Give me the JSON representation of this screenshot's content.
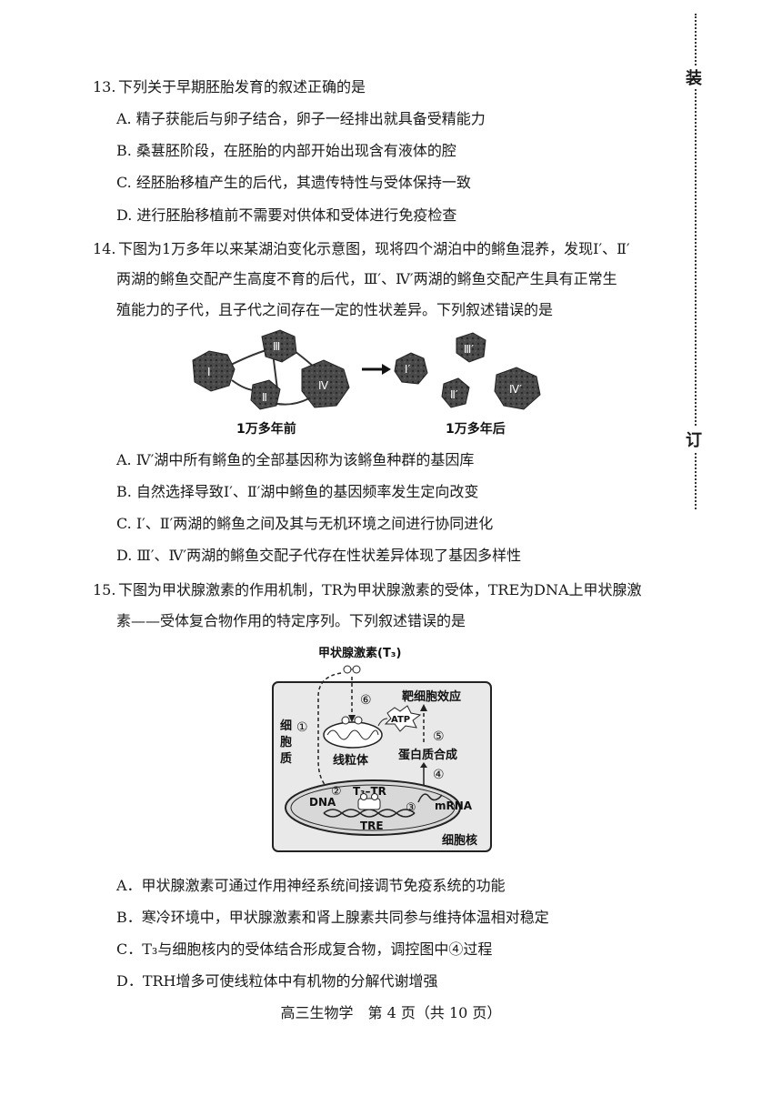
{
  "margin": {
    "top_char": "装",
    "mid_char": "订"
  },
  "q13": {
    "number": "13.",
    "stem": "下列关于早期胚胎发育的叙述正确的是",
    "options": [
      "A. 精子获能后与卵子结合，卵子一经排出就具备受精能力",
      "B. 桑葚胚阶段，在胚胎的内部开始出现含有液体的腔",
      "C. 经胚胎移植产生的后代，其遗传特性与受体保持一致",
      "D. 进行胚胎移植前不需要对供体和受体进行免疫检查"
    ]
  },
  "q14": {
    "number": "14.",
    "stem_lines": [
      "下图为1万多年以来某湖泊变化示意图，现将四个湖泊中的鳉鱼混养，发现Ⅰ′、Ⅱ′",
      "两湖的鳉鱼交配产生高度不育的后代，Ⅲ′、Ⅳ′两湖的鳉鱼交配产生具有正常生",
      "殖能力的子代，且子代之间存在一定的性状差异。下列叙述错误的是"
    ],
    "figure": {
      "before_labels": [
        "Ⅰ",
        "Ⅱ",
        "Ⅲ",
        "Ⅳ"
      ],
      "after_labels": [
        "Ⅰ′",
        "Ⅱ′",
        "Ⅲ′",
        "Ⅳ′"
      ],
      "caption_before": "1万多年前",
      "caption_after": "1万多年后"
    },
    "options": [
      "A. Ⅳ′湖中所有鳉鱼的全部基因称为该鳉鱼种群的基因库",
      "B. 自然选择导致Ⅰ′、Ⅱ′湖中鳉鱼的基因频率发生定向改变",
      "C. Ⅰ′、Ⅱ′两湖的鳉鱼之间及其与无机环境之间进行协同进化",
      "D. Ⅲ′、Ⅳ′两湖的鳉鱼交配子代存在性状差异体现了基因多样性"
    ]
  },
  "q15": {
    "number": "15.",
    "stem_lines": [
      "下图为甲状腺激素的作用机制，TR为甲状腺激素的受体，TRE为DNA上甲状腺激",
      "素——受体复合物作用的特定序列。下列叙述错误的是"
    ],
    "figure": {
      "hormone": "甲状腺激素(T₃)",
      "effect": "靶细胞效应",
      "cytoplasm": [
        "细",
        "胞",
        "质"
      ],
      "mito": "线粒体",
      "atp": "ATP",
      "protein": "蛋白质合成",
      "complex": "T₃–TR",
      "dna": "DNA",
      "tre": "TRE",
      "mrna": "mRNA",
      "nucleus": "细胞核",
      "steps": [
        "①",
        "②",
        "③",
        "④",
        "⑤",
        "⑥"
      ]
    },
    "options": [
      "A．甲状腺激素可通过作用神经系统间接调节免疫系统的功能",
      "B．寒冷环境中，甲状腺激素和肾上腺素共同参与维持体温相对稳定",
      "C．T₃与细胞核内的受体结合形成复合物，调控图中④过程",
      "D．TRH增多可使线粒体中有机物的分解代谢增强"
    ]
  },
  "footer": "高三生物学　第 4 页（共 10 页）"
}
